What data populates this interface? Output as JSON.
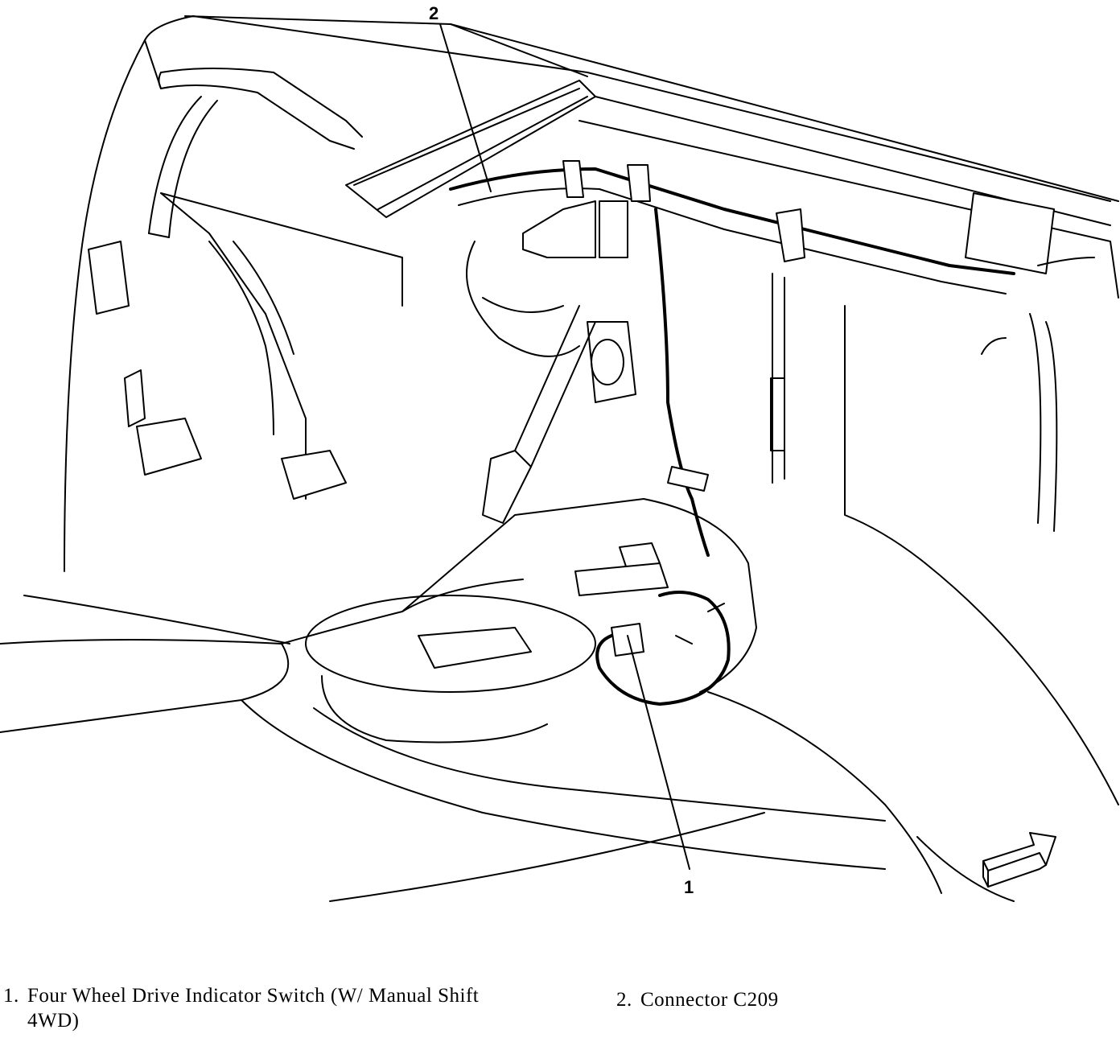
{
  "callouts": [
    {
      "number": "1"
    },
    {
      "number": "2"
    }
  ],
  "legend": [
    {
      "number": "1.",
      "text": "Four Wheel Drive Indicator Switch (W/ Manual Shift",
      "continuation": "4WD)"
    },
    {
      "number": "2.",
      "text": "Connector C209"
    }
  ],
  "icons": {
    "direction_arrow": "front-direction-arrow-icon"
  },
  "colors": {
    "line": "#000000",
    "background": "#ffffff"
  }
}
